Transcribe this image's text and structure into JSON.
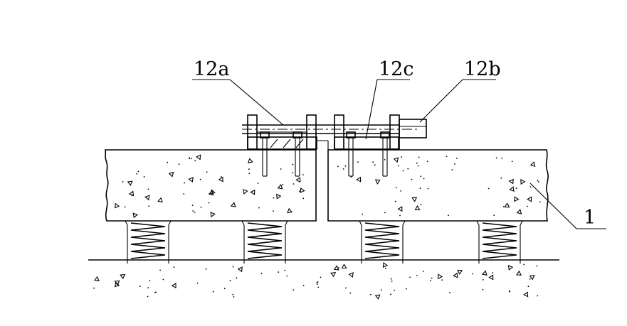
{
  "labels": {
    "label_12a": "12a",
    "label_12c": "12c",
    "label_12b": "12b",
    "label_1": "1"
  },
  "colors": {
    "line": "#000000",
    "background": "#ffffff"
  }
}
